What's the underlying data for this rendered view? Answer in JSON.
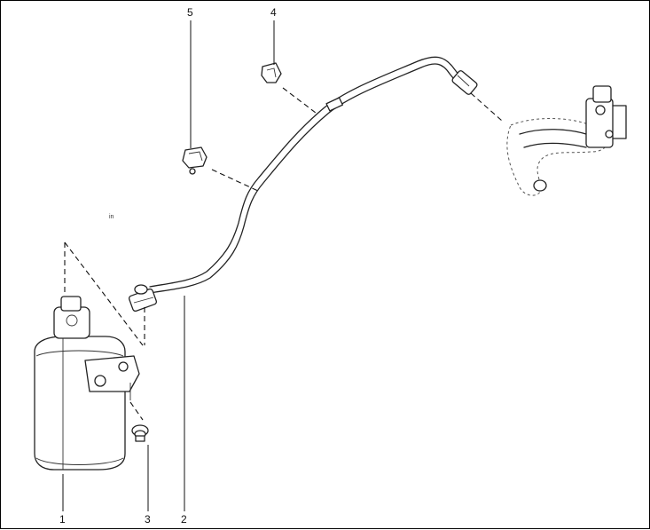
{
  "diagram": {
    "callouts": [
      {
        "id": "c1",
        "label": "1"
      },
      {
        "id": "c2",
        "label": "2"
      },
      {
        "id": "c3",
        "label": "3"
      },
      {
        "id": "c4",
        "label": "4"
      },
      {
        "id": "c5",
        "label": "5"
      }
    ],
    "stray_mark": "in"
  }
}
